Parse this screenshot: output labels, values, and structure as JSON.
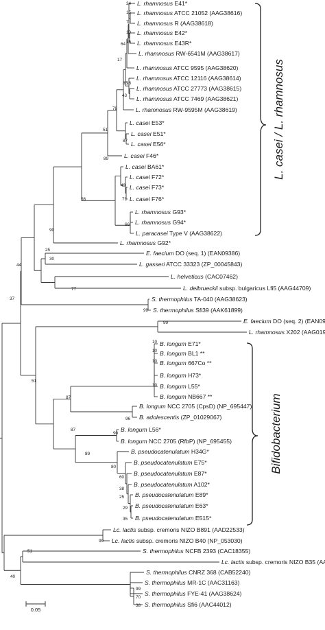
{
  "tree": {
    "leaves": [
      {
        "id": "t1",
        "genus": "L.",
        "rest": " rhamnosus E41*"
      },
      {
        "id": "t2",
        "genus": "L.",
        "rest": " rhamnosus ATCC 21052 (AAG38616)"
      },
      {
        "id": "t3",
        "genus": "L.",
        "rest": " rhamnosus R (AAG38618)"
      },
      {
        "id": "t4",
        "genus": "L.",
        "rest": " rhamnosus E42*"
      },
      {
        "id": "t5",
        "genus": "L.",
        "rest": " rhamnosus E43R*"
      },
      {
        "id": "t6",
        "genus": "L.",
        "rest": " rhamnosus RW-6541M (AAG38617)"
      },
      {
        "id": "t7",
        "genus": "L.",
        "rest": " rhamnosus ATCC 9595 (AAG38620)"
      },
      {
        "id": "t8",
        "genus": "L.",
        "rest": " rhamnosus ATCC 12116 (AAG38614)"
      },
      {
        "id": "t9",
        "genus": "L.",
        "rest": " rhamnosus ATCC 27773 (AAG38615)"
      },
      {
        "id": "t10",
        "genus": "L.",
        "rest": " rhamnosus ATCC 7469 (AAG38621)"
      },
      {
        "id": "t11",
        "genus": "L.",
        "rest": " rhamnosus RW-9595M (AAG38619)"
      },
      {
        "id": "t12",
        "genus": "L.",
        "rest": " casei E53*"
      },
      {
        "id": "t13",
        "genus": "L.",
        "rest": " casei  E51*"
      },
      {
        "id": "t14",
        "genus": "L.",
        "rest": " casei E56*"
      },
      {
        "id": "t15",
        "genus": "L.",
        "rest": " casei F46*"
      },
      {
        "id": "t16",
        "genus": "L.",
        "rest": " casei BA61*"
      },
      {
        "id": "t17",
        "genus": "L.",
        "rest": " casei  F72*"
      },
      {
        "id": "t18",
        "genus": "L.",
        "rest": " casei  F73*"
      },
      {
        "id": "t19",
        "genus": "L.",
        "rest": " casei  F76*"
      },
      {
        "id": "t20",
        "genus": "L.",
        "rest": " rhamnosus G93*"
      },
      {
        "id": "t21",
        "genus": "L.",
        "rest": " rhamnosus G94*"
      },
      {
        "id": "t22",
        "genus": "L.",
        "rest": " paracasei Type V (AAG38622)"
      },
      {
        "id": "t23",
        "genus": "L.",
        "rest": " rhamnosus G92*"
      },
      {
        "id": "t24",
        "genus": "E.",
        "rest": " faecium DO (seq. 1) (EAN09386)"
      },
      {
        "id": "t25",
        "genus": "L.",
        "rest": " gasseri ATCC 33323 (ZP_00045843)"
      },
      {
        "id": "t26",
        "genus": "L.",
        "rest": " helveticus (CAC07462)"
      },
      {
        "id": "t27",
        "genus": "L.",
        "rest": " delbrueckii subsp. bulgaricus Lfi5 (AAG44709)"
      },
      {
        "id": "t28",
        "genus": "S.",
        "rest": " thermophilus TA-040 (AAG38623)"
      },
      {
        "id": "t29",
        "genus": "S.",
        "rest": " thermophilus Sfi39 (AAK61899)"
      },
      {
        "id": "t30",
        "genus": "E.",
        "rest": " faecium DO (seq. 2) (EAN09130)"
      },
      {
        "id": "t31",
        "genus": "L.",
        "rest": " rhamnosus X202 (AAG01983)"
      },
      {
        "id": "t32",
        "genus": "B.",
        "rest": " longum E71*"
      },
      {
        "id": "t33",
        "genus": "B.",
        "rest": " longum BL1 **"
      },
      {
        "id": "t34",
        "genus": "B.",
        "rest": " longum 667Co **"
      },
      {
        "id": "t35",
        "genus": "B.",
        "rest": " longum H73*"
      },
      {
        "id": "t36",
        "genus": "B.",
        "rest": " longum L55*"
      },
      {
        "id": "t37",
        "genus": "B.",
        "rest": " longum NB667 **"
      },
      {
        "id": "t38",
        "genus": "B.",
        "rest": " longum NCC 2705 (CpsD) (NP_695447)"
      },
      {
        "id": "t39",
        "genus": "B.",
        "rest": " adolescentis (ZP_01029067)"
      },
      {
        "id": "t40",
        "genus": "B.",
        "rest": " longum L56*"
      },
      {
        "id": "t41",
        "genus": "B.",
        "rest": " longum NCC 2705 (RfbP) (NP_695455)"
      },
      {
        "id": "t42",
        "genus": "B.",
        "rest": " pseudocatenulatum H34G*"
      },
      {
        "id": "t43",
        "genus": "B.",
        "rest": " pseudocatenulatum E75*"
      },
      {
        "id": "t44",
        "genus": "B.",
        "rest": " pseudocatenulatum E87*"
      },
      {
        "id": "t45",
        "genus": "B.",
        "rest": " pseudocatenulatum A102*"
      },
      {
        "id": "t46",
        "genus": "B.",
        "rest": " pseudocatenulatum E89*"
      },
      {
        "id": "t47",
        "genus": "B.",
        "rest": " pseudocatenulatum E63*"
      },
      {
        "id": "t48",
        "genus": "B.",
        "rest": " pseudocatenulatum E515*"
      },
      {
        "id": "t49",
        "genus": "Lc.",
        "rest": " lactis subsp. cremoris NIZO B891 (AAD22533)"
      },
      {
        "id": "t50",
        "genus": "Lc.",
        "rest": " lactis subsp. cremoris NIZO B40 (NP_053030)"
      },
      {
        "id": "t51",
        "genus": "S.",
        "rest": " thermophilus NCFB 2393 (CAC18355)"
      },
      {
        "id": "t52",
        "genus": "Lc.",
        "rest": " lactis subsp. cremoris NIZO B35 (AAD22526)"
      },
      {
        "id": "t53",
        "genus": "S.",
        "rest": " thermophilus CNRZ 368 (CAB52240)"
      },
      {
        "id": "t54",
        "genus": "S.",
        "rest": " thermophilus MR-1C (AAC31163)"
      },
      {
        "id": "t55",
        "genus": "S.",
        "rest": " thermophilus FYE-41 (AAG38624)"
      },
      {
        "id": "t56",
        "genus": "S.",
        "rest": " thermophilus Sfi6 (AAC44012)"
      }
    ],
    "bootstraps": [
      "34",
      "15",
      "7",
      "10",
      "15",
      "64",
      "17",
      "85",
      "18",
      "43",
      "78",
      "51",
      "87",
      "89",
      "43",
      "71",
      "56",
      "66",
      "90",
      "25",
      "30",
      "77",
      "44",
      "99",
      "37",
      "99",
      "10",
      "10",
      "10",
      "10",
      "87",
      "96",
      "51",
      "87",
      "90",
      "89",
      "80",
      "60",
      "38",
      "25",
      "29",
      "35",
      "99",
      "51",
      "40",
      "99",
      "70",
      "38"
    ],
    "clade_labels": {
      "lactobacillus": "L. casei / L. rhamnosus",
      "bifidobacterium": "Bifidobacterium"
    },
    "scale_bar_label": "0.05"
  }
}
